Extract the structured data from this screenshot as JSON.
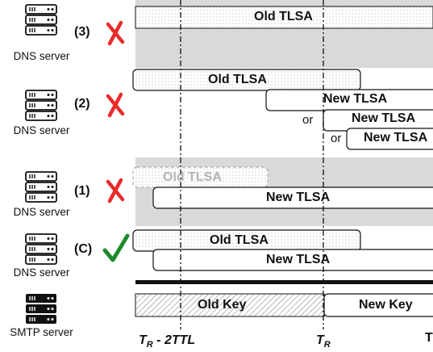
{
  "rows": [
    {
      "id": "3",
      "label": "DNS server",
      "number": "(3)",
      "status": "fail",
      "status_icon": "cross-icon"
    },
    {
      "id": "2",
      "label": "DNS server",
      "number": "(2)",
      "status": "fail",
      "status_icon": "cross-icon"
    },
    {
      "id": "1",
      "label": "DNS server",
      "number": "(1)",
      "status": "fail",
      "status_icon": "cross-icon"
    },
    {
      "id": "C",
      "label": "DNS server",
      "number": "(C)",
      "status": "ok",
      "status_icon": "check-icon"
    }
  ],
  "smtp": {
    "label": "SMTP server",
    "old_key": "Old Key",
    "new_key": "New Key"
  },
  "bars": {
    "old_tlsa": "Old TLSA",
    "new_tlsa": "New TLSA",
    "or": "or"
  },
  "axis": {
    "t1_main": "T",
    "t1_sub": "R",
    "t1_suffix": " - 2TTL",
    "t2_main": "T",
    "t2_sub": "R",
    "t3": "T"
  },
  "colors": {
    "cross": "#e82c2c",
    "check": "#1e8a2e",
    "shade": "#d9d9d9"
  }
}
